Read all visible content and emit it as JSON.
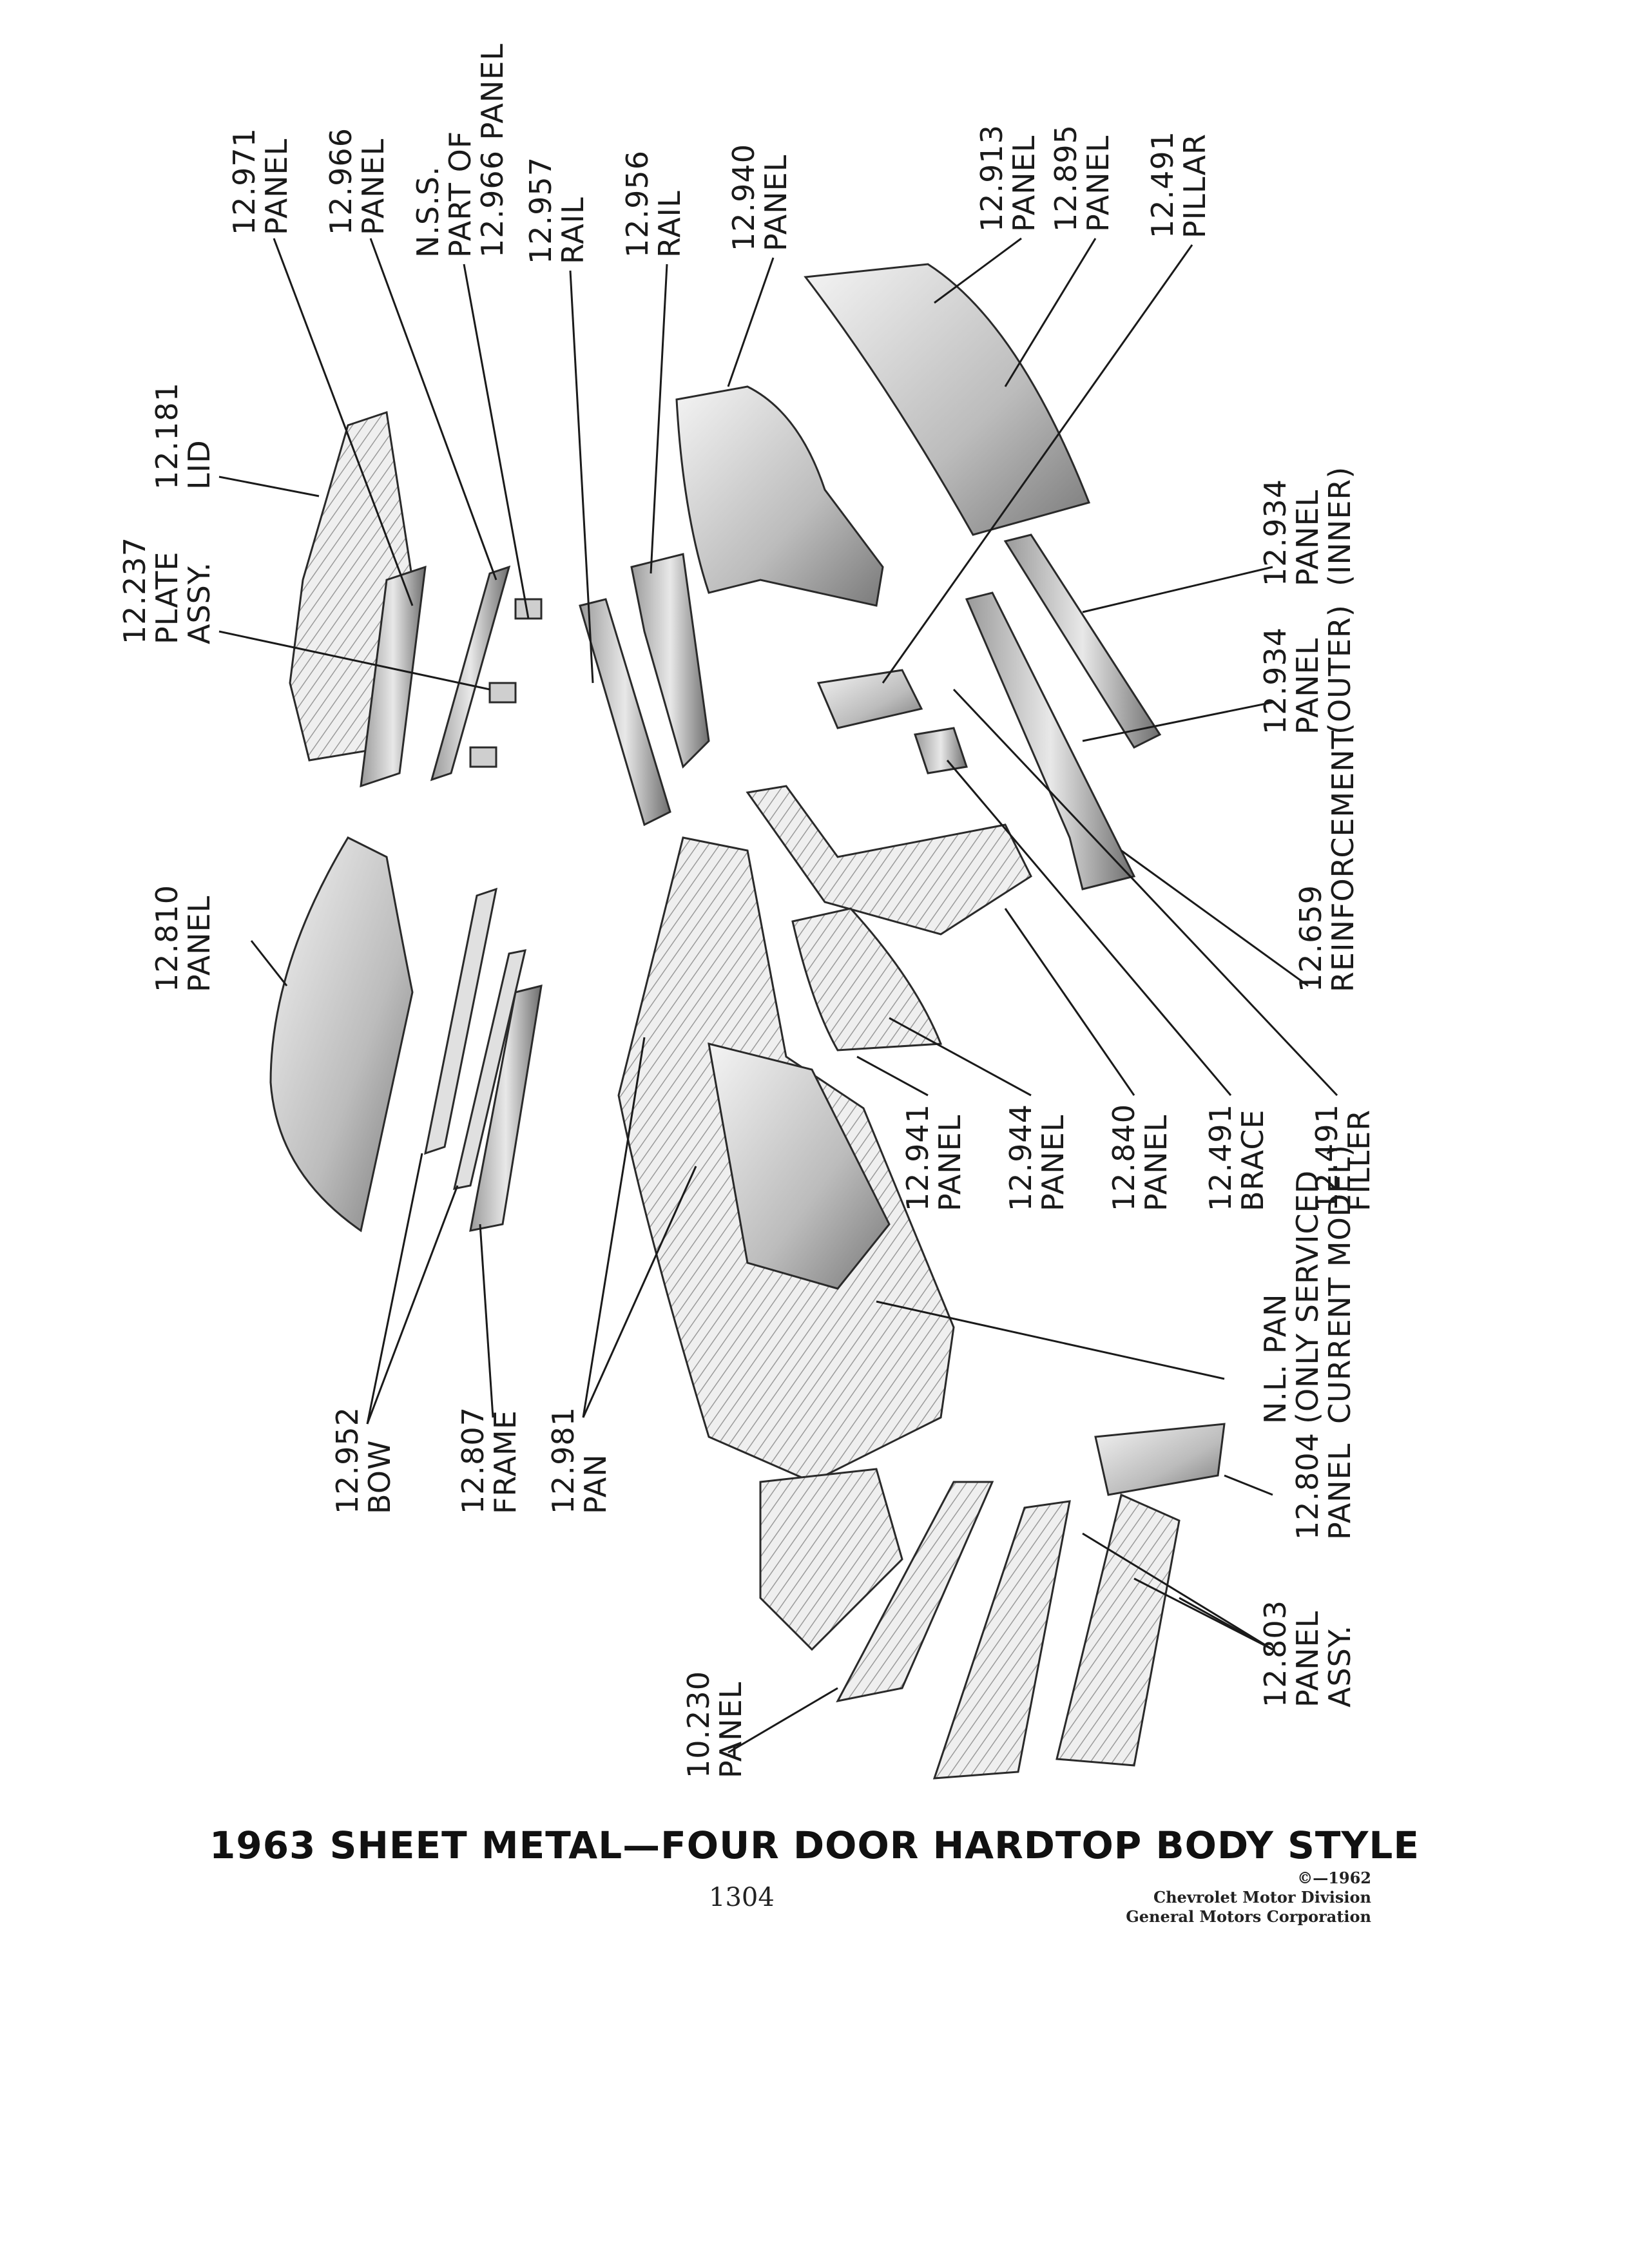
{
  "title": "1963 SHEET METAL—FOUR DOOR HARDTOP BODY STYLE",
  "page_number": "1304",
  "credits": [
    "©—1962",
    "Chevrolet Motor Division",
    "General Motors Corporation"
  ],
  "callouts": [
    {
      "id": "p12971",
      "lines": [
        "12.971",
        "PANEL"
      ]
    },
    {
      "id": "p12966",
      "lines": [
        "12.966",
        "PANEL"
      ]
    },
    {
      "id": "nss",
      "lines": [
        "N.S.S.",
        "PART OF",
        "12.966 PANEL"
      ]
    },
    {
      "id": "r12957",
      "lines": [
        "12.957",
        "RAIL"
      ]
    },
    {
      "id": "r12956",
      "lines": [
        "12.956",
        "RAIL"
      ]
    },
    {
      "id": "p12940",
      "lines": [
        "12.940",
        "PANEL"
      ]
    },
    {
      "id": "p12913",
      "lines": [
        "12.913",
        "PANEL"
      ]
    },
    {
      "id": "p12895",
      "lines": [
        "12.895",
        "PANEL"
      ]
    },
    {
      "id": "pil12491",
      "lines": [
        "12.491",
        "PILLAR"
      ]
    },
    {
      "id": "lid12181",
      "lines": [
        "12.181",
        "LID"
      ]
    },
    {
      "id": "plate12237",
      "lines": [
        "12.237",
        "PLATE",
        "ASSY."
      ]
    },
    {
      "id": "p12810",
      "lines": [
        "12.810",
        "PANEL"
      ]
    },
    {
      "id": "inner12934",
      "lines": [
        "12.934",
        "PANEL",
        "(INNER)"
      ]
    },
    {
      "id": "outer12934",
      "lines": [
        "12.934",
        "PANEL",
        "(OUTER)"
      ]
    },
    {
      "id": "reinf12659",
      "lines": [
        "12.659",
        "REINFORCEMENT"
      ]
    },
    {
      "id": "p12941",
      "lines": [
        "12.941",
        "PANEL"
      ]
    },
    {
      "id": "p12944",
      "lines": [
        "12.944",
        "PANEL"
      ]
    },
    {
      "id": "p12840",
      "lines": [
        "12.840",
        "PANEL"
      ]
    },
    {
      "id": "brace12491",
      "lines": [
        "12.491",
        "BRACE"
      ]
    },
    {
      "id": "filler12491",
      "lines": [
        "12.491",
        "FILLER"
      ]
    },
    {
      "id": "nlpan",
      "lines": [
        "N.L. PAN",
        "(ONLY SERVICED",
        "CURRENT MODEL)"
      ]
    },
    {
      "id": "bow12952",
      "lines": [
        "12.952",
        "BOW"
      ]
    },
    {
      "id": "frame12807",
      "lines": [
        "12.807",
        "FRAME"
      ]
    },
    {
      "id": "pan12981",
      "lines": [
        "12.981",
        "PAN"
      ]
    },
    {
      "id": "p12804",
      "lines": [
        "12.804",
        "PANEL"
      ]
    },
    {
      "id": "p12803",
      "lines": [
        "12.803",
        "PANEL",
        "ASSY."
      ]
    },
    {
      "id": "p10230",
      "lines": [
        "10.230",
        "PANEL"
      ]
    }
  ]
}
